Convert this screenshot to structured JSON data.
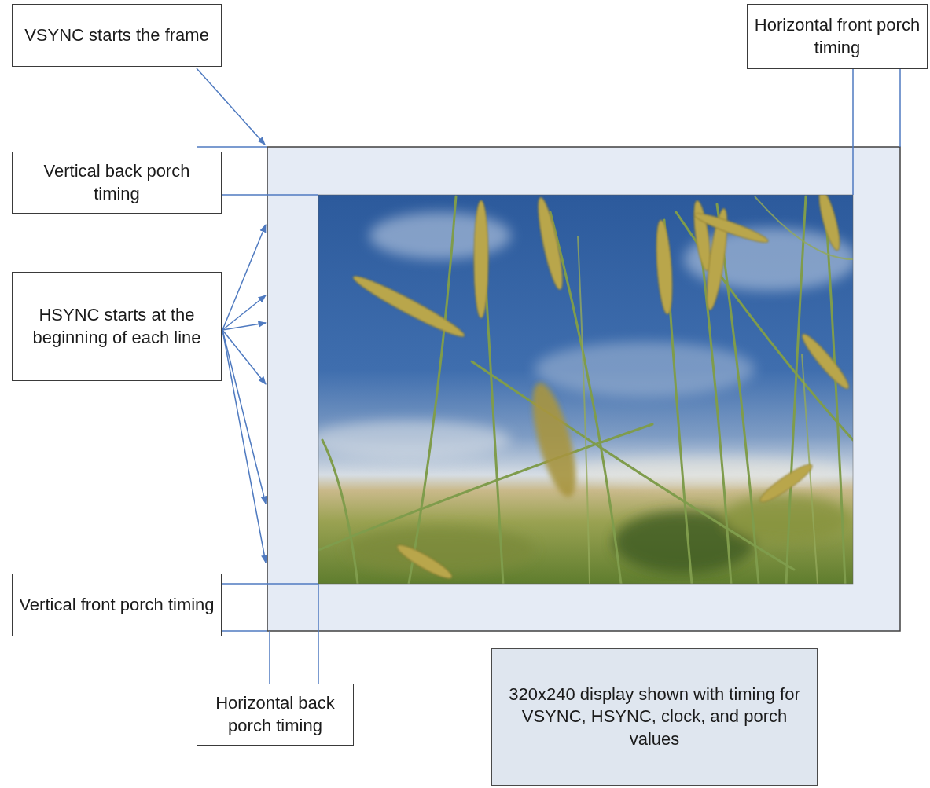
{
  "diagram": {
    "nodes": [
      {
        "text": [
          "VSYNC starts the frame"
        ]
      },
      {
        "text": [
          "Horizontal front porch timing"
        ]
      },
      {
        "text": [
          "Vertical back porch timing"
        ]
      },
      {
        "text": [
          "HSYNC starts at the beginning of each line"
        ]
      },
      {
        "text": [
          "Vertical front porch timing"
        ]
      },
      {
        "text": [
          "320x240 display shown with timing for VSYNC, HSYNC, clock, and porch values"
        ]
      },
      {
        "text": [
          "Horizontal back porch timing"
        ]
      }
    ]
  }
}
